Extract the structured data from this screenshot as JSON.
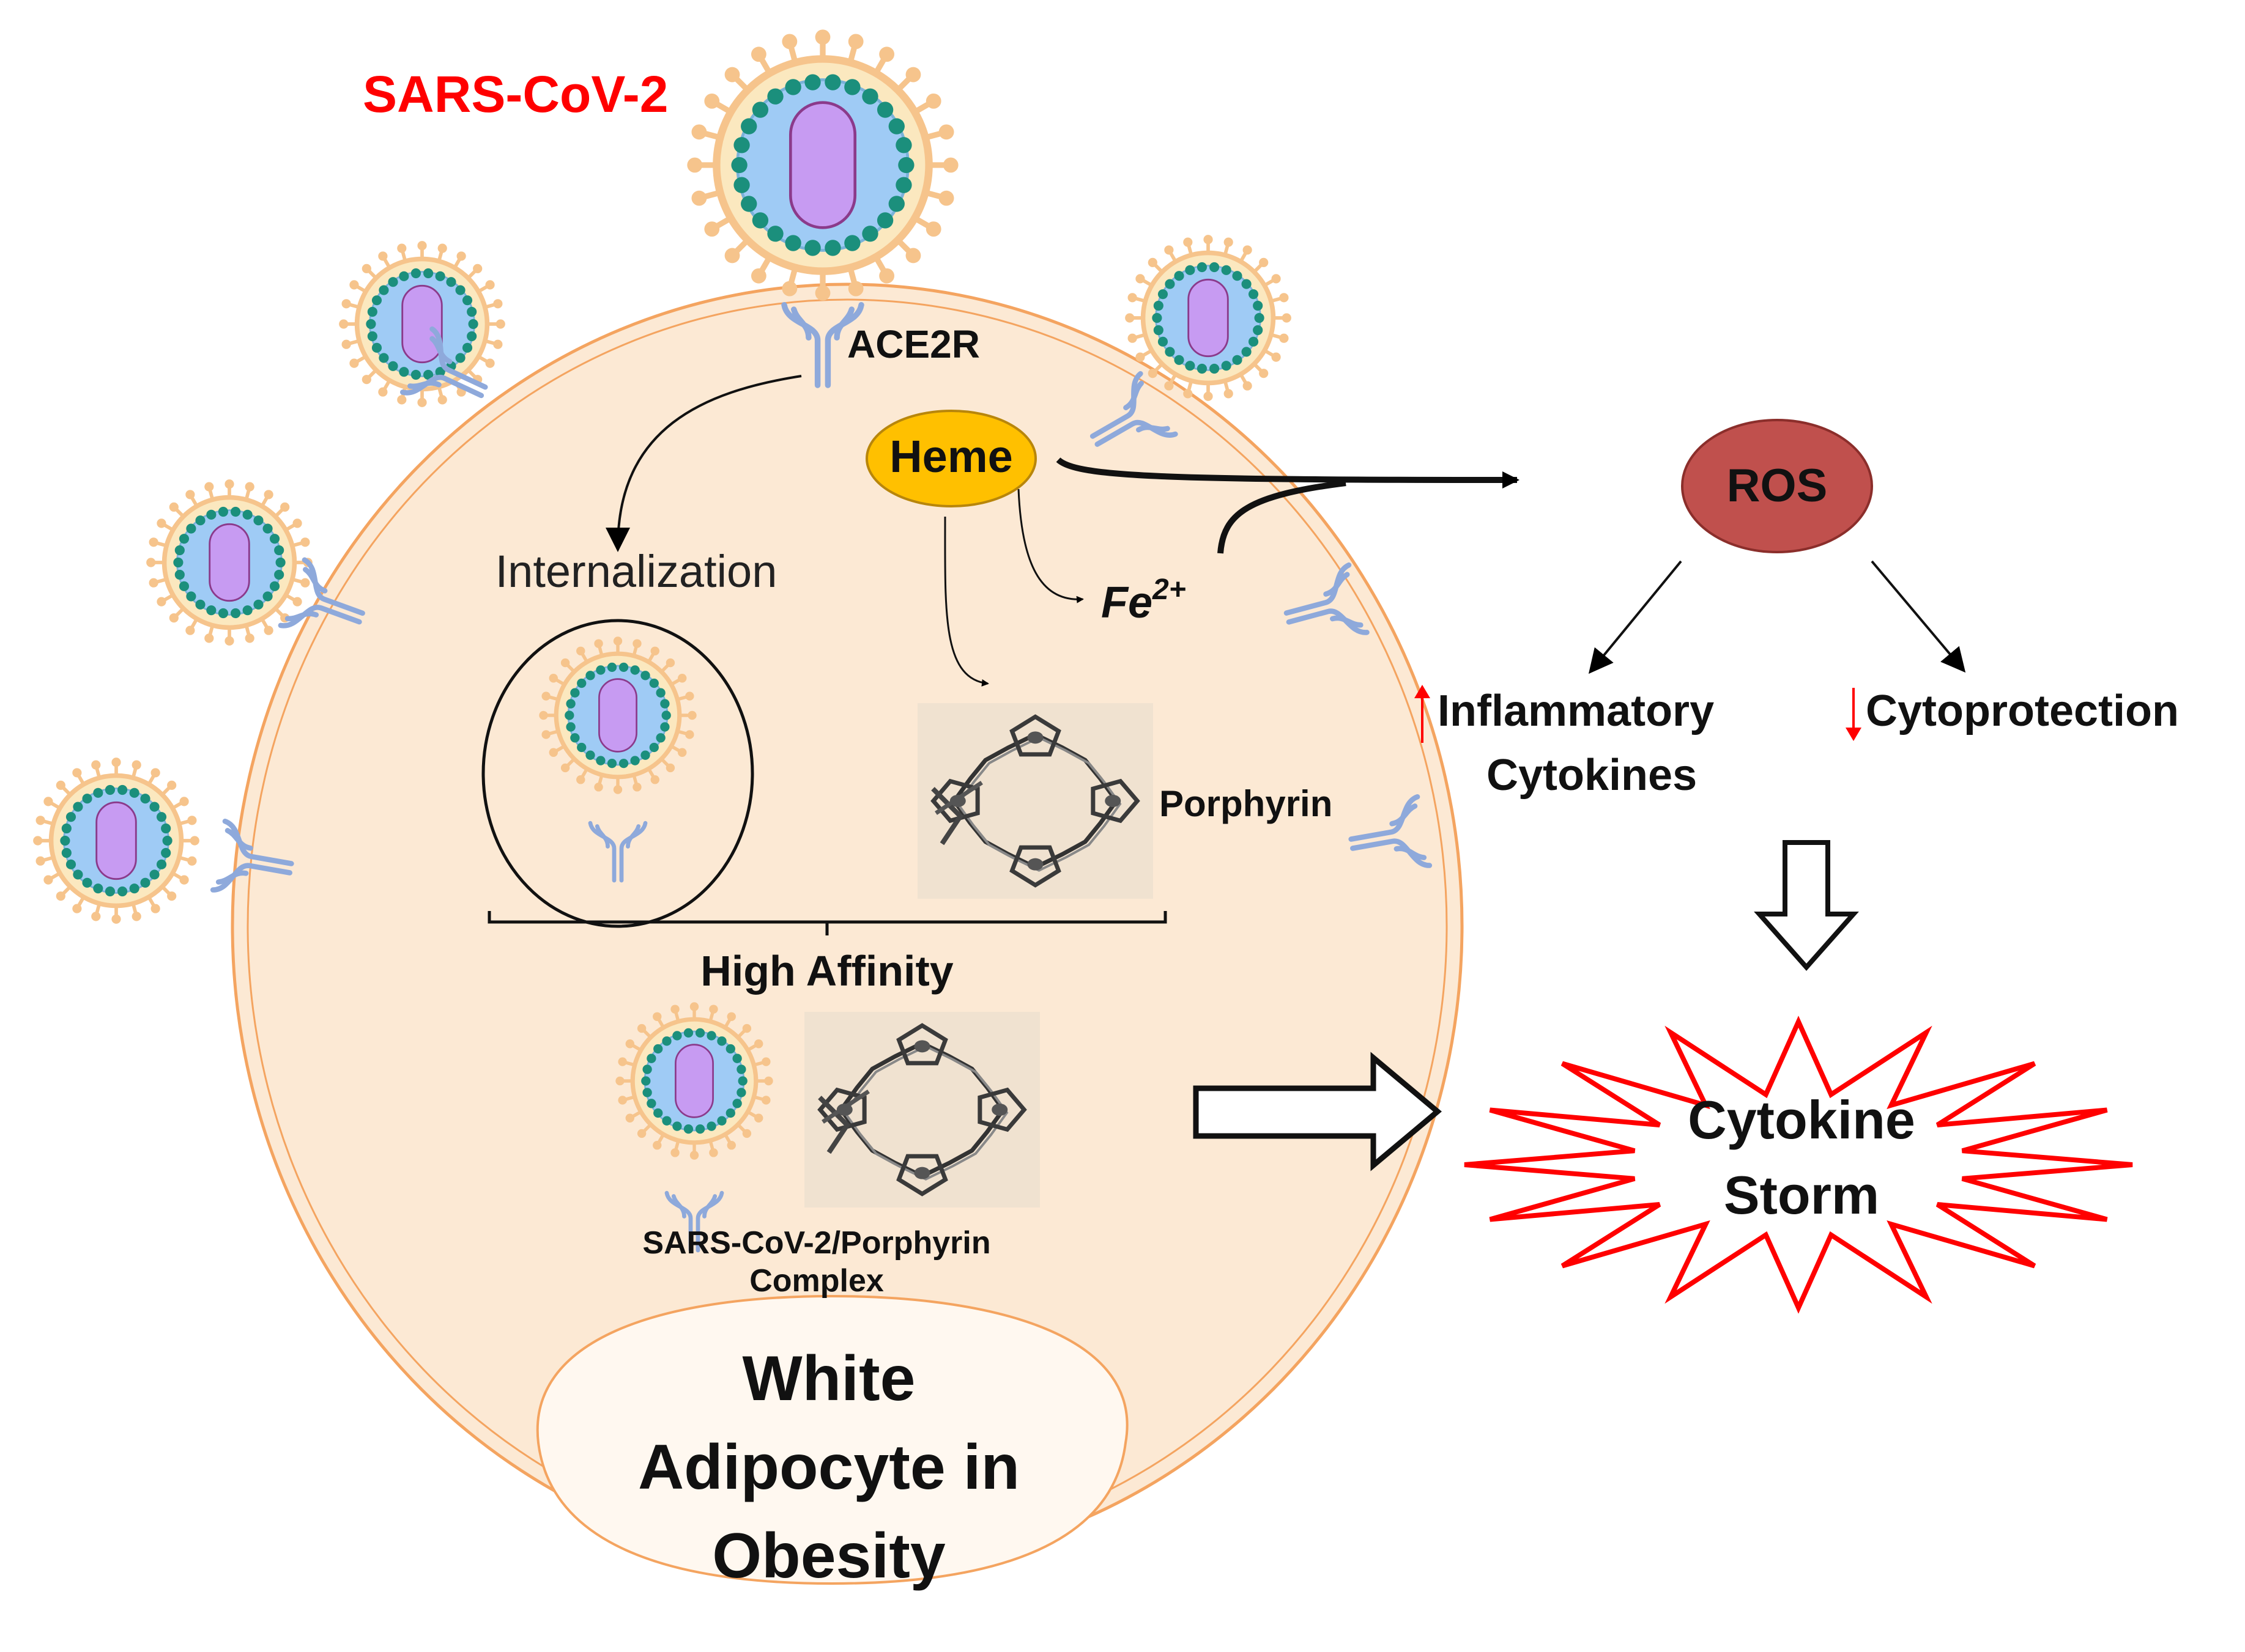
{
  "virus_label": "SARS-CoV-2",
  "receptor_label": "ACE2R",
  "internalization_label": "Internalization",
  "heme_label": "Heme",
  "iron_label": {
    "base": "Fe",
    "sup": "2+"
  },
  "porphyrin_label": "Porphyrin",
  "high_affinity_label": "High Affinity",
  "complex_label": {
    "line1": "SARS-CoV-2/Porphyrin",
    "line2": "Complex"
  },
  "cell_label": {
    "line1": "White",
    "line2": "Adipocyte in",
    "line3": "Obesity"
  },
  "ros_label": "ROS",
  "inflammatory_label": {
    "line1": "Inflammatory",
    "line2": "Cytokines"
  },
  "cytoprotection_label": "Cytoprotection",
  "storm_label": {
    "line1": "Cytokine",
    "line2": "Storm"
  },
  "colors": {
    "virus_text": "#ff0000",
    "cell_fill": "#fce9d4",
    "cell_outline": "#f4a460",
    "heme_fill": "#ffc000",
    "ros_fill": "#c0504d",
    "spike": "#f6c48c",
    "virus_outer": "#fbe8bf",
    "virus_ring": "#1b8f7c",
    "virus_inner": "#9fcbf5",
    "virus_core": "#c79bf2",
    "receptor": "#8ea9db",
    "storm_outline": "#ff0000",
    "arrow_up": "#ff0000",
    "arrow_down": "#ff0000"
  }
}
